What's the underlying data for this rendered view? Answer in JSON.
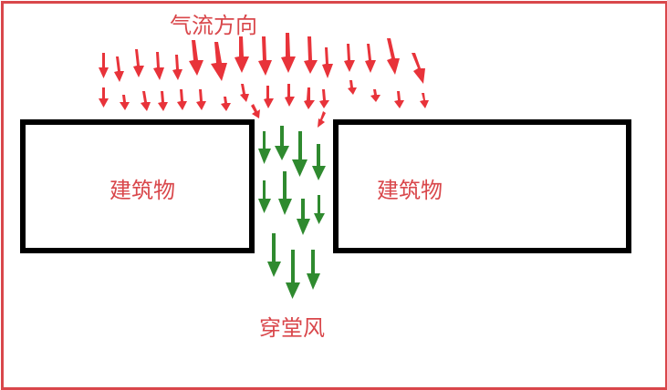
{
  "diagram": {
    "title": "气流方向",
    "buildings": [
      {
        "label": "建筑物",
        "position": "left"
      },
      {
        "label": "建筑物",
        "position": "right"
      }
    ],
    "draft_label": "穿堂风",
    "colors": {
      "frame": "#d9474b",
      "incoming_airflow": "#e8333a",
      "draft_airflow": "#2f8a2f",
      "building_outline": "#000000",
      "label_text": "#d9474b"
    },
    "legend": {
      "red_arrows": "气流方向",
      "green_arrows": "穿堂风"
    }
  }
}
